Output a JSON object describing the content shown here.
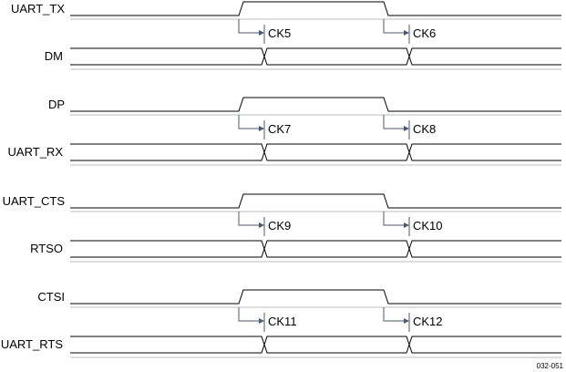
{
  "figure": {
    "id_label": "032-051"
  },
  "groups": [
    {
      "input_signal": "UART_TX",
      "output_signal": "DM",
      "rise_delay": "CK5",
      "fall_delay": "CK6"
    },
    {
      "input_signal": "DP",
      "output_signal": "UART_RX",
      "rise_delay": "CK7",
      "fall_delay": "CK8"
    },
    {
      "input_signal": "UART_CTS",
      "output_signal": "RTSO",
      "rise_delay": "CK9",
      "fall_delay": "CK10"
    },
    {
      "input_signal": "CTSI",
      "output_signal": "UART_RTS",
      "rise_delay": "CK11",
      "fall_delay": "CK12"
    }
  ]
}
